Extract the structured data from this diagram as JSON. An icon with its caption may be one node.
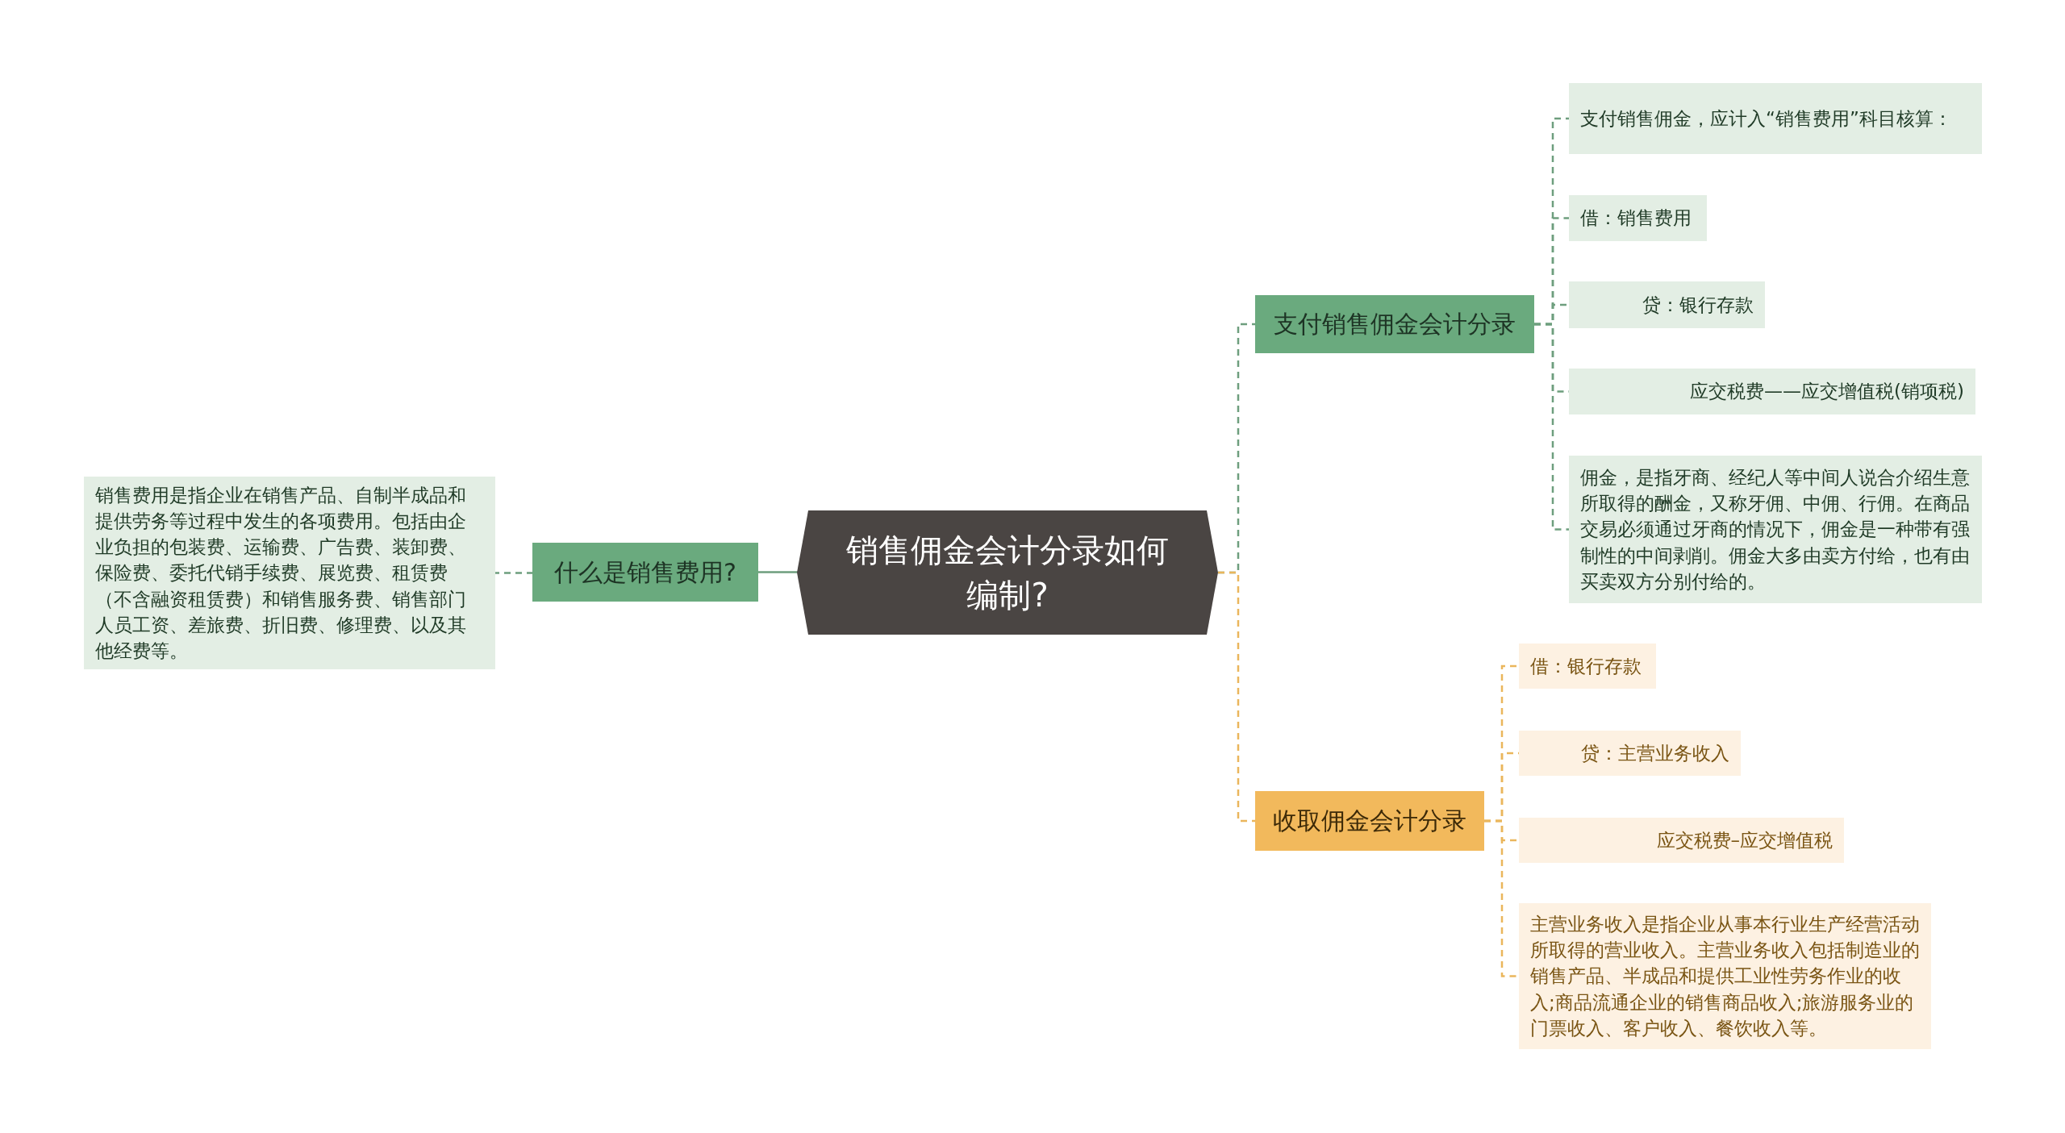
{
  "diagram": {
    "nodes": [
      {
        "text": [
          "销售佣金会计分录如何编制?"
        ]
      },
      {
        "text": [
          "什么是销售费用?"
        ]
      },
      {
        "text": [
          "销售费用是指企业在销售产品、自制半成品和提供劳务等过程中发生的各项费用。包括由企业负担的包装费、运输费、广告费、装卸费、保险费、委托代销手续费、展览费、租赁费（不含融资租赁费）和销售服务费、销售部门人员工资、差旅费、折旧费、修理费、以及其他经费等。"
        ]
      },
      {
        "text": [
          "支付销售佣金会计分录"
        ]
      },
      {
        "text": [
          "支付销售佣金，应计入“销售费用”科目核算："
        ]
      },
      {
        "text": [
          "借：销售费用"
        ]
      },
      {
        "text": [
          "贷：银行存款"
        ]
      },
      {
        "text": [
          "应交税费——应交增值税(销项税)"
        ]
      },
      {
        "text": [
          "佣金，是指牙商、经纪人等中间人说合介绍生意所取得的酬金，又称牙佣、中佣、行佣。在商品交易必须通过牙商的情况下，佣金是一种带有强制性的中间剥削。佣金大多由卖方付给，也有由买卖双方分别付给的。"
        ]
      },
      {
        "text": [
          "收取佣金会计分录"
        ]
      },
      {
        "text": [
          "借：银行存款"
        ]
      },
      {
        "text": [
          "贷：主营业务收入"
        ]
      },
      {
        "text": [
          "应交税费–应交增值税"
        ]
      },
      {
        "text": [
          "主营业务收入是指企业从事本行业生产经营活动所取得的营业收入。主营业务收入包括制造业的销售产品、半成品和提供工业性劳务作业的收入;商品流通企业的销售商品收入;旅游服务业的门票收入、客户收入、餐饮收入等。"
        ]
      }
    ],
    "edges": [
      {
        "from": 0,
        "to": 1,
        "arrow": "none"
      },
      {
        "from": 1,
        "to": 2,
        "arrow": "none",
        "style": "dashed"
      },
      {
        "from": 0,
        "to": 3,
        "arrow": "none",
        "style": "dashed"
      },
      {
        "from": 3,
        "to": 4,
        "arrow": "none",
        "style": "dashed"
      },
      {
        "from": 3,
        "to": 5,
        "arrow": "none",
        "style": "dashed"
      },
      {
        "from": 3,
        "to": 6,
        "arrow": "none",
        "style": "dashed"
      },
      {
        "from": 3,
        "to": 7,
        "arrow": "none",
        "style": "dashed"
      },
      {
        "from": 3,
        "to": 8,
        "arrow": "none",
        "style": "dashed"
      },
      {
        "from": 0,
        "to": 9,
        "arrow": "none",
        "style": "dashed",
        "color": "#eab65c"
      },
      {
        "from": 9,
        "to": 10,
        "arrow": "none",
        "style": "dashed",
        "color": "#eab65c"
      },
      {
        "from": 9,
        "to": 11,
        "arrow": "none",
        "style": "dashed",
        "color": "#eab65c"
      },
      {
        "from": 9,
        "to": 12,
        "arrow": "none",
        "style": "dashed",
        "color": "#eab65c"
      },
      {
        "from": 9,
        "to": 13,
        "arrow": "none",
        "style": "dashed",
        "color": "#eab65c"
      }
    ]
  }
}
